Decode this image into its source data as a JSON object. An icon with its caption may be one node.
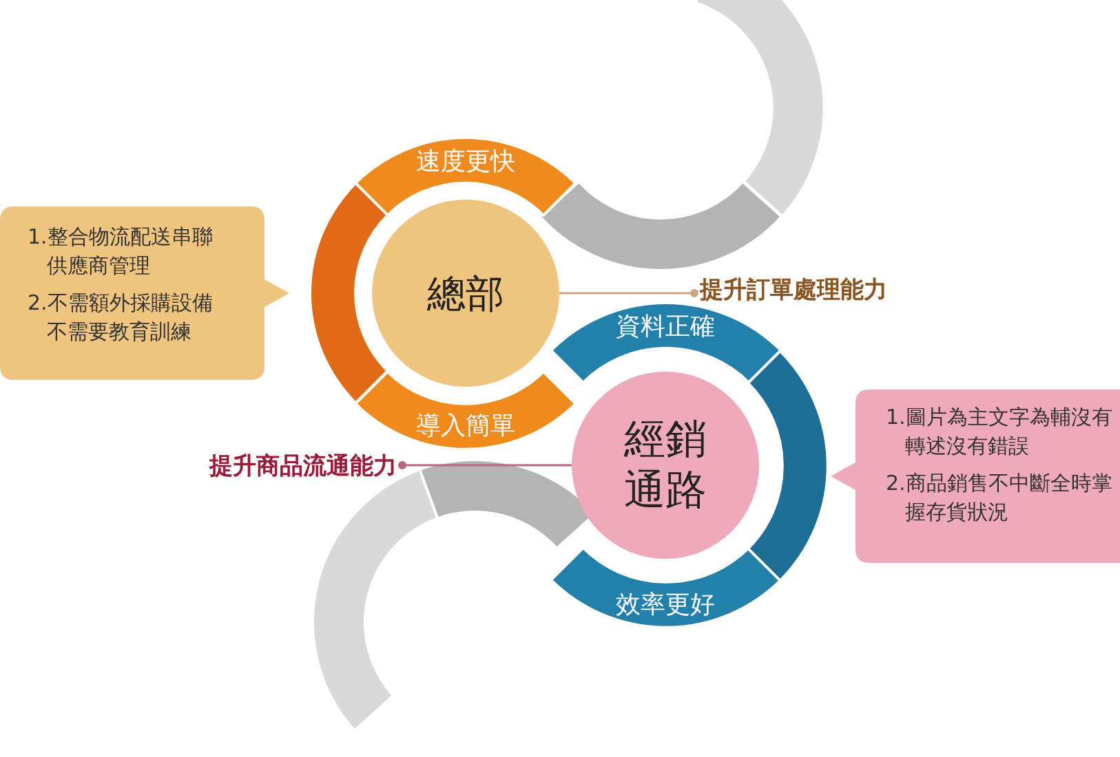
{
  "diagram": {
    "nodes": [
      {
        "text": [
          "總部"
        ]
      },
      {
        "text": [
          "速度更快"
        ]
      },
      {
        "text": [
          "導入簡單"
        ]
      },
      {
        "text": [
          "1.整合物流配送串聯供應商管理",
          "2.不需額外採購設備不需要教育訓練"
        ]
      },
      {
        "text": [
          "提升訂單處理能力"
        ]
      },
      {
        "text": [
          "經銷通路"
        ]
      },
      {
        "text": [
          "資料正確"
        ]
      },
      {
        "text": [
          "效率更好"
        ]
      },
      {
        "text": [
          "1.圖片為主文字為輔沒有轉述沒有錯誤",
          "2.商品銷售不中斷全時掌握存貨狀況"
        ]
      },
      {
        "text": [
          "提升商品流通能力"
        ]
      },
      {
        "text": [],
        "shape": "arc"
      },
      {
        "text": [],
        "shape": "arc"
      },
      {
        "text": [],
        "shape": "arc"
      },
      {
        "text": [],
        "shape": "arc"
      },
      {
        "text": [],
        "shape": "arc"
      },
      {
        "text": [],
        "shape": "arc"
      }
    ],
    "edges": [
      {
        "from": 4,
        "to": 0,
        "arrow": "other",
        "color": "#c8a882"
      },
      {
        "from": 9,
        "to": 5,
        "arrow": "other",
        "color": "#b56a80"
      }
    ]
  }
}
